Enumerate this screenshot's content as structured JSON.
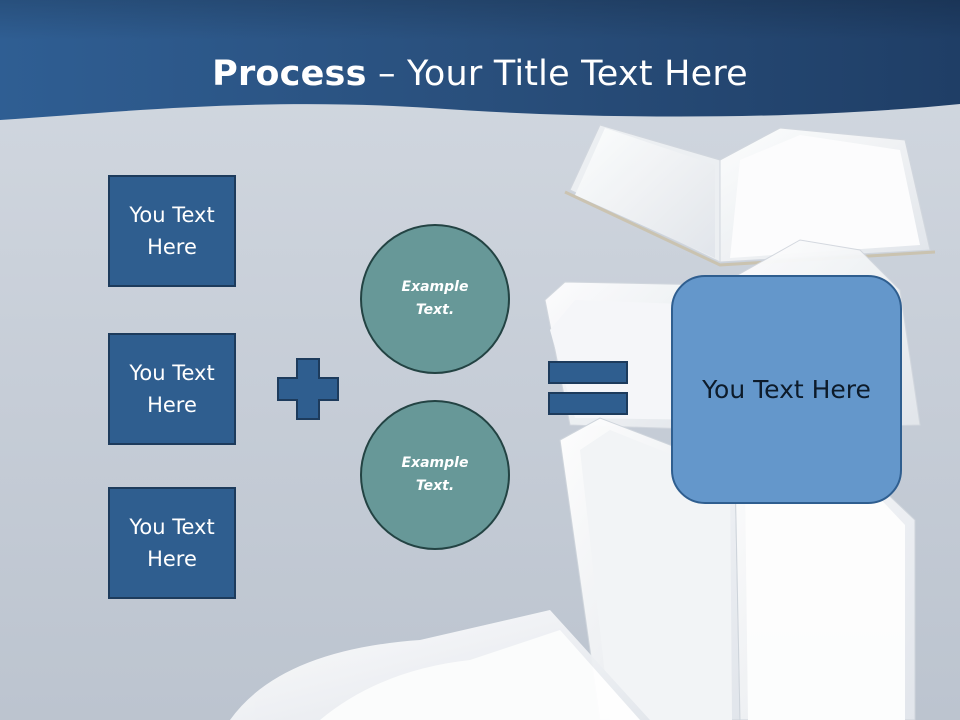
{
  "slide": {
    "title_bold": "Process",
    "title_rest": " – Your Title Text Here"
  },
  "inputs": [
    {
      "label": "You Text Here"
    },
    {
      "label": "You Text Here"
    },
    {
      "label": "You Text Here"
    }
  ],
  "examples": [
    {
      "label": "Example Text."
    },
    {
      "label": "Example Text."
    }
  ],
  "operators": {
    "plus": "plus-icon",
    "equals": "equals-icon"
  },
  "result": {
    "label": "You Text Here"
  },
  "colors": {
    "header_blue": "#2f5e8f",
    "box_fill": "#2f5e8f",
    "circle_fill": "#679898",
    "result_fill": "#6497cb"
  }
}
